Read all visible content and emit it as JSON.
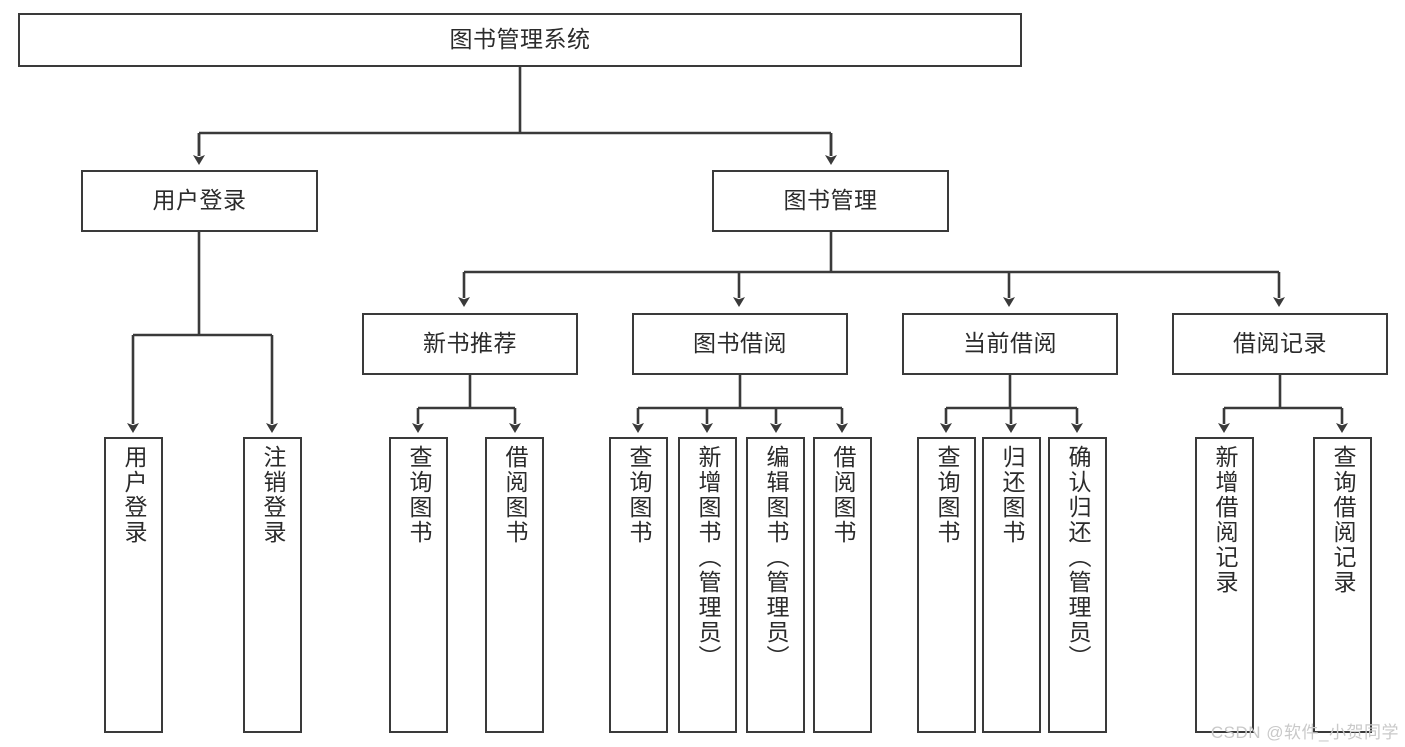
{
  "diagram": {
    "type": "tree-hierarchy",
    "title": "图书管理系统",
    "watermark": "CSDN @软件_小贺同学",
    "colors": {
      "box_border": "#3a3a3a",
      "box_fill": "#ffffff",
      "connector": "#3a3a3a",
      "text": "#2b2b2b",
      "watermark": "#c9c9c9"
    },
    "nodes": {
      "root": {
        "label": "图书管理系统"
      },
      "level2": [
        {
          "label": "用户登录"
        },
        {
          "label": "图书管理"
        }
      ],
      "level3": [
        {
          "label": "新书推荐"
        },
        {
          "label": "图书借阅"
        },
        {
          "label": "当前借阅"
        },
        {
          "label": "借阅记录"
        }
      ],
      "leaves_user_login": [
        {
          "label": "用户登录"
        },
        {
          "label": "注销登录"
        }
      ],
      "leaves_new_book": [
        {
          "label": "查询图书"
        },
        {
          "label": "借阅图书"
        }
      ],
      "leaves_borrow": [
        {
          "label": "查询图书"
        },
        {
          "label": "新增图书（管理员）"
        },
        {
          "label": "编辑图书（管理员）"
        },
        {
          "label": "借阅图书"
        }
      ],
      "leaves_current": [
        {
          "label": "查询图书"
        },
        {
          "label": "归还图书"
        },
        {
          "label": "确认归还（管理员）"
        }
      ],
      "leaves_record": [
        {
          "label": "新增借阅记录"
        },
        {
          "label": "查询借阅记录"
        }
      ]
    }
  }
}
